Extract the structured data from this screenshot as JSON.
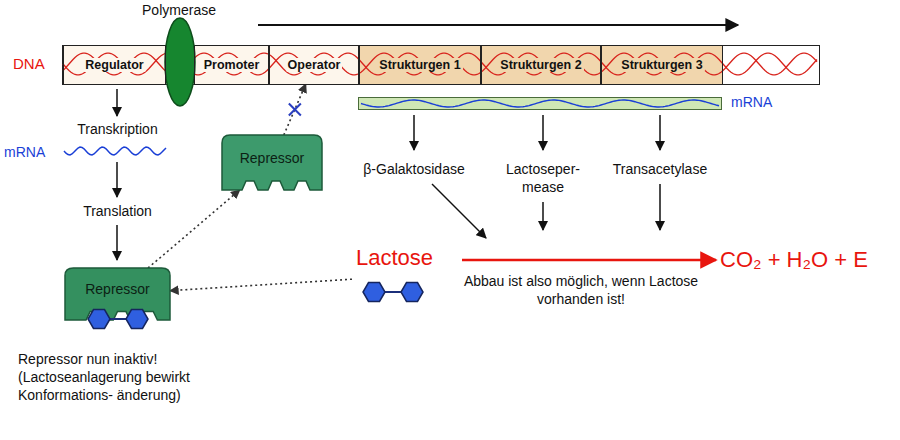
{
  "diagram": {
    "nodes": [
      {
        "text": [
          "DNA"
        ]
      },
      {
        "text": [
          "Regulator"
        ],
        "in": 0
      },
      {
        "text": [
          "Promoter"
        ],
        "in": 0
      },
      {
        "text": [
          "Operator"
        ],
        "in": 0
      },
      {
        "text": [
          "Strukturgen 1"
        ],
        "in": 0
      },
      {
        "text": [
          "Strukturgen 2"
        ],
        "in": 0
      },
      {
        "text": [
          "Strukturgen 3"
        ],
        "in": 0
      },
      {
        "text": [
          "mRNA"
        ]
      },
      {
        "text": [
          "Repressor"
        ]
      },
      {
        "text": [
          "Repressor"
        ]
      },
      {
        "text": [
          "Lactose"
        ]
      }
    ],
    "edges": [
      {
        "from": 9,
        "to": 8,
        "arrow": "to"
      },
      {
        "from": 8,
        "to": 3,
        "arrow": "to"
      },
      {
        "from": 10,
        "to": 9,
        "arrow": "to"
      }
    ],
    "labels": [
      "Polymerase",
      "Transkription",
      "mRNA",
      "Translation",
      "Repressor nun inaktiv! (Lactoseanlagerung bewirkt Konformations- änderung)",
      "β-Galaktosidase",
      "Lactoseper- mease",
      "Transacetylase",
      "CO₂ + H₂O + E",
      "Abbau ist also möglich, wenn Lactose vorhanden ist!"
    ]
  }
}
